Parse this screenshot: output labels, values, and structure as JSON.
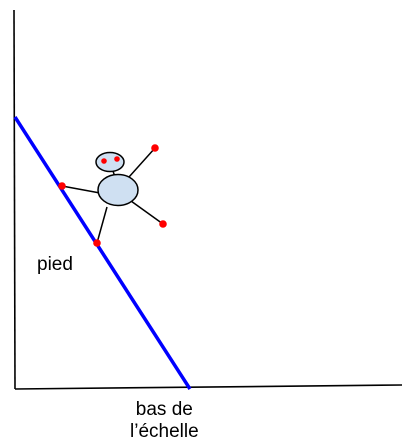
{
  "labels": {
    "foot": "pied",
    "ladder_bottom_line1": "bas de",
    "ladder_bottom_line2": "l’échelle"
  },
  "colors": {
    "axes": "#000000",
    "ladder": "#0000ff",
    "figure_outline": "#000000",
    "figure_fill": "#cfe0f2",
    "contact_points": "#ff0000"
  }
}
